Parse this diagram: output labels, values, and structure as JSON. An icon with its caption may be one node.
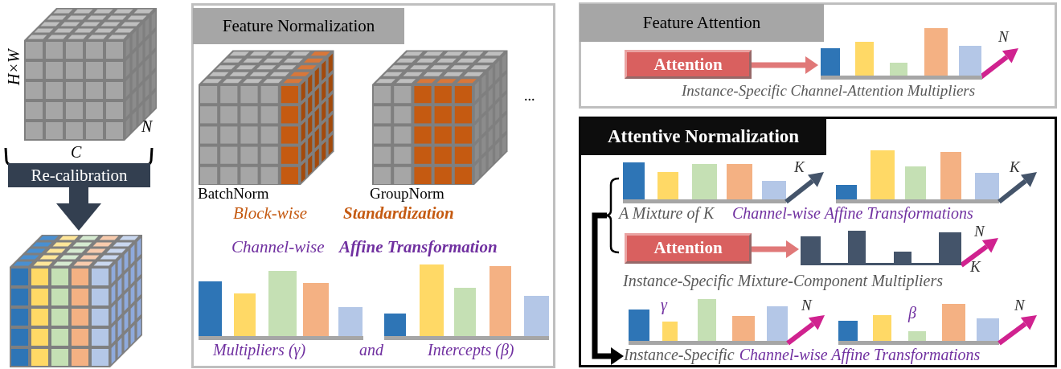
{
  "diagram": {
    "nodes": [
      {
        "text": [],
        "shape": "cube"
      },
      {
        "text": [
          "Re-calibration"
        ]
      },
      {
        "text": [],
        "shape": "cube"
      },
      {
        "text": [
          "Feature Normalization"
        ]
      },
      {
        "text": [
          "BatchNorm"
        ],
        "in": 3
      },
      {
        "text": [
          "GroupNorm"
        ],
        "in": 3
      },
      {
        "text": [
          "Feature Attention"
        ]
      },
      {
        "text": [
          "Attention"
        ],
        "in": 6
      },
      {
        "text": [],
        "shape": "bar",
        "in": 6
      },
      {
        "text": [
          "Attentive Normalization"
        ]
      },
      {
        "text": [
          "Attention"
        ],
        "in": 9
      },
      {
        "text": [],
        "shape": "bar",
        "in": 9
      },
      {
        "text": [
          "Instance-Specific",
          "Channel-wise Affine Transformations"
        ],
        "in": 9
      }
    ],
    "edges": [
      {
        "from": 1,
        "to": 2,
        "arrow": "to",
        "style": "thick",
        "color": "#333f50"
      },
      {
        "from": 7,
        "to": 8,
        "arrow": "to"
      },
      {
        "from": 10,
        "to": 11,
        "arrow": "to"
      },
      {
        "from": null,
        "to": 12,
        "arrow": "to",
        "color": "#000000"
      }
    ],
    "labels": [
      "H×W",
      "N",
      "C",
      "...",
      "Block-wise",
      "Standardization",
      "Channel-wise",
      "Affine Transformation",
      "Multipliers (γ)",
      "and",
      "Intercepts (β)",
      "N",
      "Instance-Specific Channel-Attention Multipliers",
      "K",
      "K",
      "A Mixture of K",
      "Channel-wise Affine Transformations",
      "N",
      "K",
      "Instance-Specific Mixture-Component Multipliers",
      "γ",
      "N",
      "β",
      "N"
    ]
  }
}
